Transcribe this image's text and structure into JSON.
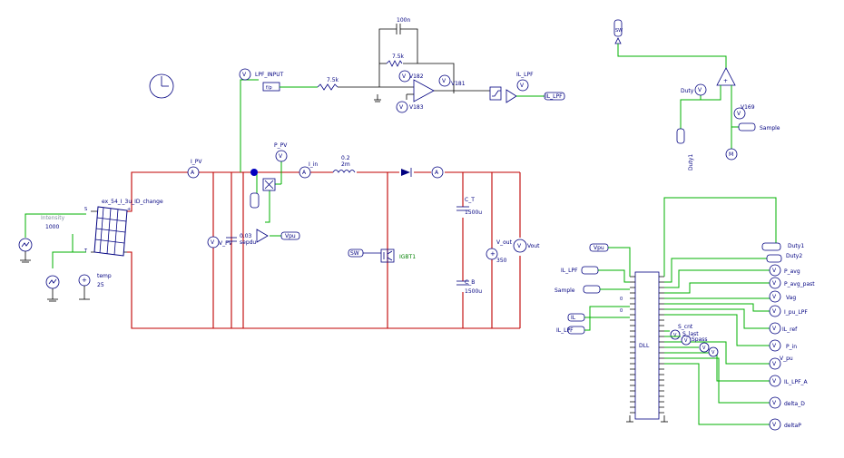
{
  "labels": {
    "lpf_input": "LPF_INPUT",
    "cap_100n": "100n",
    "r_75k_top": "7.5k",
    "r_75k_in": "7.5k",
    "v182": "V182",
    "v181": "V181",
    "v183": "V183",
    "il_lpf_top": "IL_LPF",
    "il_lpf_tag": "IL_LPF",
    "i_pv": "I_PV",
    "p_pv": "P_PV",
    "i_in": "I_in",
    "inductor": "0.2",
    "inductor_val": "2m",
    "panel_name": "ex_54_I_3u_ID_change",
    "intensity": "Intensity",
    "intensity_val": "1000",
    "temp": "temp",
    "temp_val": "25",
    "v_pv": "V_PV",
    "const_val": "0.03",
    "const_val2": "sepdu",
    "vpu_tag": "Vpu",
    "sw": "SW",
    "igbt": "IGBT1",
    "c_t": "C_T",
    "c_t_val": "1500u",
    "c_b": "C_B",
    "c_b_val": "1500u",
    "v_out": "V_out",
    "v_out_val": "350",
    "vout_meter": "Vout",
    "duty": "Duty",
    "v169": "V169",
    "sample": "Sample",
    "duty1_v": "Duty1",
    "sw_top": "SW",
    "dll": "DLL",
    "dll_inputs": [
      "Vpu",
      "IL_LPF",
      "Sample",
      "IL",
      "IL_LPF"
    ],
    "dll_out_right": [
      "Duty1",
      "Duty2",
      "P_avg",
      "P_avg_past",
      "Vag",
      "I_pu_LPF",
      "IL_ref",
      "P_in",
      "V_pu",
      "IL_LPF_A",
      "delta_D",
      "deltaP"
    ],
    "sc_cnt": "S_cnt",
    "s_last": "S_last",
    "s_pass": "Spass"
  }
}
